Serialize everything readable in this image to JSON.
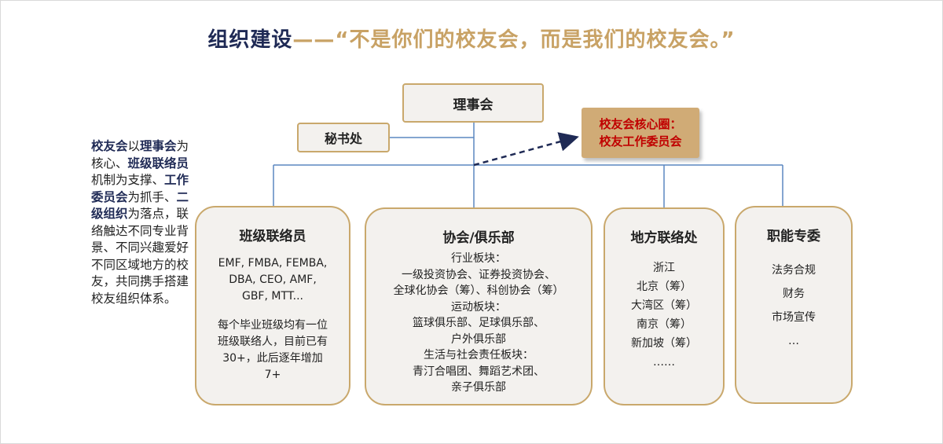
{
  "title": {
    "main": "组织建设",
    "dash": "——",
    "quote": "“不是你们的校友会，而是我们的校友会。”"
  },
  "top_node": "理事会",
  "secretariat": "秘书处",
  "core_circle": {
    "line1": "校友会核心圈：",
    "line2": "校友工作委员会"
  },
  "left_description": [
    {
      "text": "校友会",
      "bold": true
    },
    {
      "text": "以",
      "bold": false
    },
    {
      "text": "理事会",
      "bold": true
    },
    {
      "text": "为核心、",
      "bold": false
    },
    {
      "text": "班级联络员",
      "bold": true
    },
    {
      "text": "机制为支撑、",
      "bold": false
    },
    {
      "text": "工作委员会",
      "bold": true
    },
    {
      "text": "为抓手、",
      "bold": false
    },
    {
      "text": "二级组织",
      "bold": true
    },
    {
      "text": "为落点，联络触达不同专业背景、不同兴趣爱好不同区域地方的校友，共同携手搭建校友组织体系。",
      "bold": false
    }
  ],
  "units": {
    "class_liaison": {
      "title": "班级联络员",
      "lines1": [
        "EMF, FMBA, FEMBA,",
        "DBA, CEO, AMF,",
        "GBF, MTT..."
      ],
      "lines2": [
        "每个毕业班级均有一位",
        "班级联络人，目前已有",
        "30+，此后逐年增加",
        "7+"
      ]
    },
    "association": {
      "title": "协会/俱乐部",
      "lines": [
        "行业板块：",
        "一级投资协会、证券投资协会、",
        "全球化协会（筹）、科创协会（筹）",
        "运动板块：",
        "篮球俱乐部、足球俱乐部、",
        "户外俱乐部",
        "生活与社会责任板块：",
        "青汀合唱团、舞蹈艺术团、",
        "亲子俱乐部"
      ]
    },
    "regional": {
      "title": "地方联络处",
      "lines": [
        "浙江",
        "北京（筹）",
        "大湾区（筹）",
        "南京（筹）",
        "新加坡（筹）",
        "……"
      ]
    },
    "functional": {
      "title": "职能专委",
      "lines": [
        "法务合规",
        "财务",
        "市场宣传",
        "…"
      ]
    }
  },
  "colors": {
    "navy": "#1f2a55",
    "gold": "#c8a265",
    "box_border": "#c9a86c",
    "box_fill": "#f3f1ee",
    "core_fill": "#d0ab76",
    "core_text": "#c00000",
    "connector": "#5b87c0",
    "arrow": "#1f2a55"
  }
}
